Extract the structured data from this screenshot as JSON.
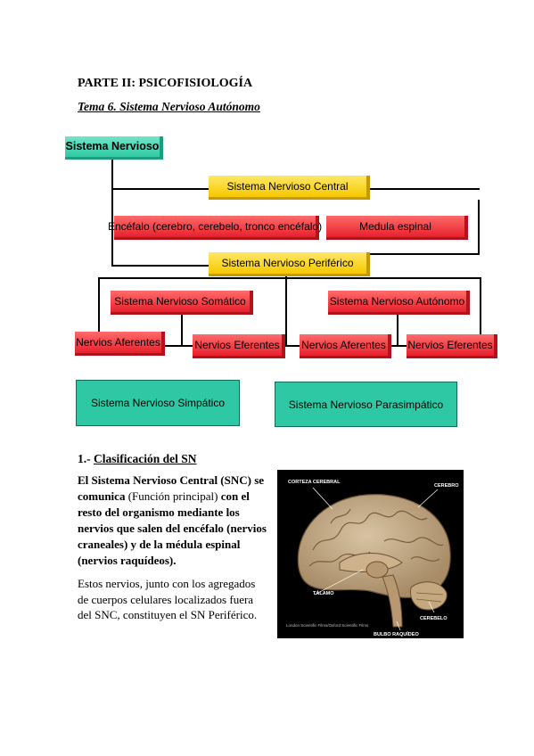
{
  "heading": {
    "part": "PARTE II: PSICOFISIOLOGÍA",
    "tema": "Tema 6. Sistema Nervioso Autónomo"
  },
  "diagram": {
    "root": "Sistema Nervioso",
    "central": "Sistema Nervioso Central",
    "encefalo": "Encéfalo (cerebro, cerebelo, tronco encéfalo)",
    "medula": "Medula espinal",
    "periferico": "Sistema Nervioso Periférico",
    "somatico": "Sistema Nervioso Somático",
    "autonomo": "Sistema Nervioso Autónomo",
    "som_aferentes": "Nervios Aferentes",
    "som_eferentes": "Nervios Eferentes",
    "aut_aferentes": "Nervios Aferentes",
    "aut_eferentes": "Nervios Eferentes",
    "simpatico": "Sistema Nervioso Simpático",
    "parasimpatico": "Sistema Nervioso Parasimpático",
    "colors": {
      "teal": "#2ec9a4",
      "yellow": "#f6c800",
      "red": "#e8202c"
    }
  },
  "section": {
    "number": "1.-",
    "title": "Clasificación del SN",
    "bold_a": "El Sistema Nervioso Central (SNC) se comunica",
    "normal_a": "(Función principal)",
    "bold_b": "con el resto del organismo mediante los nervios que salen del encéfalo (nervios craneales) y de la médula espinal (nervios raquídeos).",
    "paragraph": "Estos nervios, junto con los agregados de cuerpos celulares localizados fuera del SNC, constituyen el SN Periférico."
  },
  "figure": {
    "labels": {
      "corteza": "CORTEZA CEREBRAL",
      "cerebro": "CEREBRO",
      "talamo": "TÁLAMO",
      "cerebelo": "CEREBELO",
      "bulbo": "BULBO RAQUÍDEO"
    },
    "credit": "London Scientific Films/Oxford Scientific Films"
  }
}
